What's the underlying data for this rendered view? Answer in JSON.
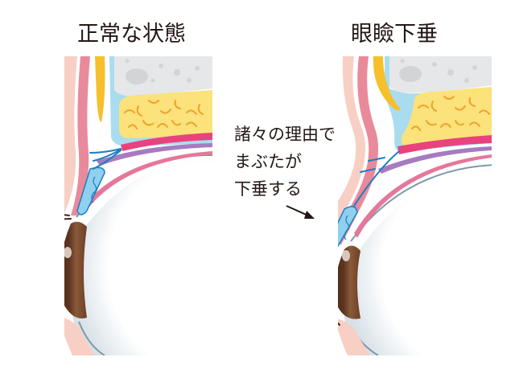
{
  "titles": {
    "normal": "正常な状態",
    "ptosis": "眼瞼下垂"
  },
  "annotation": {
    "lines": [
      "諸々の理由で",
      "まぶたが",
      "下垂する"
    ],
    "arrow": "arrow-pointing-to-eyelid"
  },
  "diagram": {
    "panels": [
      {
        "id": "normal",
        "label": "正常な状態",
        "description": "Cross-section of a normal upper eyelid"
      },
      {
        "id": "ptosis",
        "label": "眼瞼下垂",
        "description": "Cross-section of a drooping upper eyelid (blepharoptosis)"
      }
    ],
    "colors": {
      "skin": "#f8cfc4",
      "muscle_pink": "#e98a9a",
      "orbital_septum_yellow": "#f5c02c",
      "bone": "#e6e7e8",
      "bone_spots": "#d3d4d5",
      "fat": "#fbe27a",
      "fat_curls": "#f0a12c",
      "fascia_blue": "#a9dcef",
      "levator_magenta": "#e8437d",
      "mueller_purple": "#a77bc0",
      "conjunctiva_pink": "#e5789a",
      "tarsus_blue": "#8fd0ef",
      "tendon_blue": "#1e7ec1",
      "iris_brown": "#7a4a2c",
      "pupil_dark": "#4a2a18",
      "sclera_edge": "#7f99a8",
      "lash": "#3a2418",
      "text": "#231815"
    }
  }
}
